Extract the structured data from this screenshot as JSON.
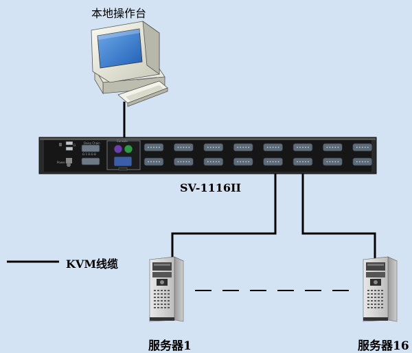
{
  "diagram": {
    "console_label": "本地操作台",
    "switch_model": "SV-1116II",
    "legend_label": "KVM线缆",
    "server_first_label": "服务器1",
    "server_last_label": "服务器16",
    "vga_port_pairs": 8
  },
  "colors": {
    "background": "#d3e3f3",
    "cable": "#000000",
    "switch_body": "#1a1a1a",
    "port": "#5e6b78"
  }
}
